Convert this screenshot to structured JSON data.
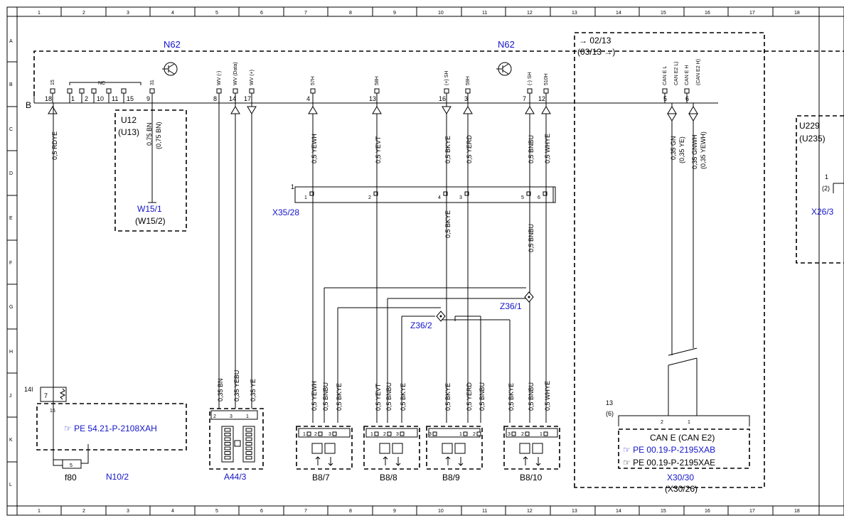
{
  "grid": {
    "columns": [
      "1",
      "2",
      "3",
      "4",
      "5",
      "6",
      "7",
      "8",
      "9",
      "10",
      "11",
      "12",
      "13",
      "14",
      "15",
      "16",
      "17",
      "18"
    ],
    "rows": [
      "A",
      "B",
      "C",
      "D",
      "E",
      "F",
      "G",
      "H",
      "J",
      "K",
      "L"
    ]
  },
  "control_unit": {
    "name_left": "N62",
    "name_right": "N62",
    "label_B": "B",
    "nc_label": "NC",
    "version_new": "02/13",
    "version_old": "(03/13",
    "pins_top": [
      "15",
      "31",
      "WV (-)",
      "WV (Data)",
      "WV (+)",
      "57H",
      "58H",
      "(+) SH",
      "59H",
      "(-) SH",
      "510H",
      "CAN E L",
      "CAN E2 L)",
      "CAN E H",
      "(CAN E2 H)"
    ],
    "pins_bottom": [
      "18",
      "1",
      "2",
      "10",
      "11",
      "15",
      "9",
      "8",
      "14",
      "17",
      "4",
      "13",
      "16",
      "3",
      "7",
      "12",
      "5",
      "6"
    ]
  },
  "wires": {
    "w_rdye": "0,5 RDYE",
    "w_bn": "0,75 BN",
    "w_bn_alt": "(0,75 BN)",
    "w_yewh": "0,5 YEWH",
    "w_yevt": "0,5 YEVT",
    "w_bkye": "0,5 BKYE",
    "w_yerd": "0,5 YERD",
    "w_bnbu": "0,5 BNBU",
    "w_whye": "0,5 WHYE",
    "w_can_gn": "0,35 GN",
    "w_can_ye": "(0,35 YE)",
    "w_can_gnwh": "0,35 GNWH",
    "w_can_yewh": "(0,35 YEWH)",
    "w_a44_bn": "0,35 BN",
    "w_a44_yebu": "0,35 YEBU",
    "w_a44_ye": "0,35 YE"
  },
  "components": {
    "u12": "U12",
    "u13": "(U13)",
    "w151": "W15/1",
    "w152": "(W15/2)",
    "u229": "U229",
    "u235": "(U235)",
    "x26_pin": "1",
    "x26_pin_alt": "(2)",
    "x26": "X26/3",
    "x35_pin": "1",
    "x35": "X35/28",
    "x35_pins": [
      "1",
      "2",
      "4",
      "3",
      "5",
      "6"
    ],
    "z362": "Z36/2",
    "z361": "Z36/1",
    "n102": "N10/2",
    "f80": "f80",
    "fuse_pin": "5",
    "fuse_14": "14I",
    "fuse_7": "7",
    "fuse_15": "15",
    "pe_n10": "PE 54.21-P-2108XAH",
    "a443": "A44/3",
    "a44_pins": [
      "2",
      "3",
      "1"
    ],
    "b87": "B8/7",
    "b88": "B8/8",
    "b89": "B8/9",
    "b810": "B8/10",
    "b87_pins": [
      "1",
      "2",
      "3"
    ],
    "b88_pins": [
      "1",
      "2",
      "3"
    ],
    "b89_pins": [
      "3",
      "1",
      "2"
    ],
    "b810_pins": [
      "3",
      "2",
      "1"
    ],
    "x30_13": "13",
    "x30_6": "(6)",
    "x30_pin2": "2",
    "x30_pin1": "1",
    "can_title": "CAN E (CAN E2)",
    "pe_can1": "PE 00.19-P-2195XAB",
    "pe_can2": "PE 00.19-P-2195XAE",
    "x3030": "X30/30",
    "x3026": "(X30/26)"
  },
  "colors": {
    "link": "#1414c8",
    "line": "#000000"
  }
}
